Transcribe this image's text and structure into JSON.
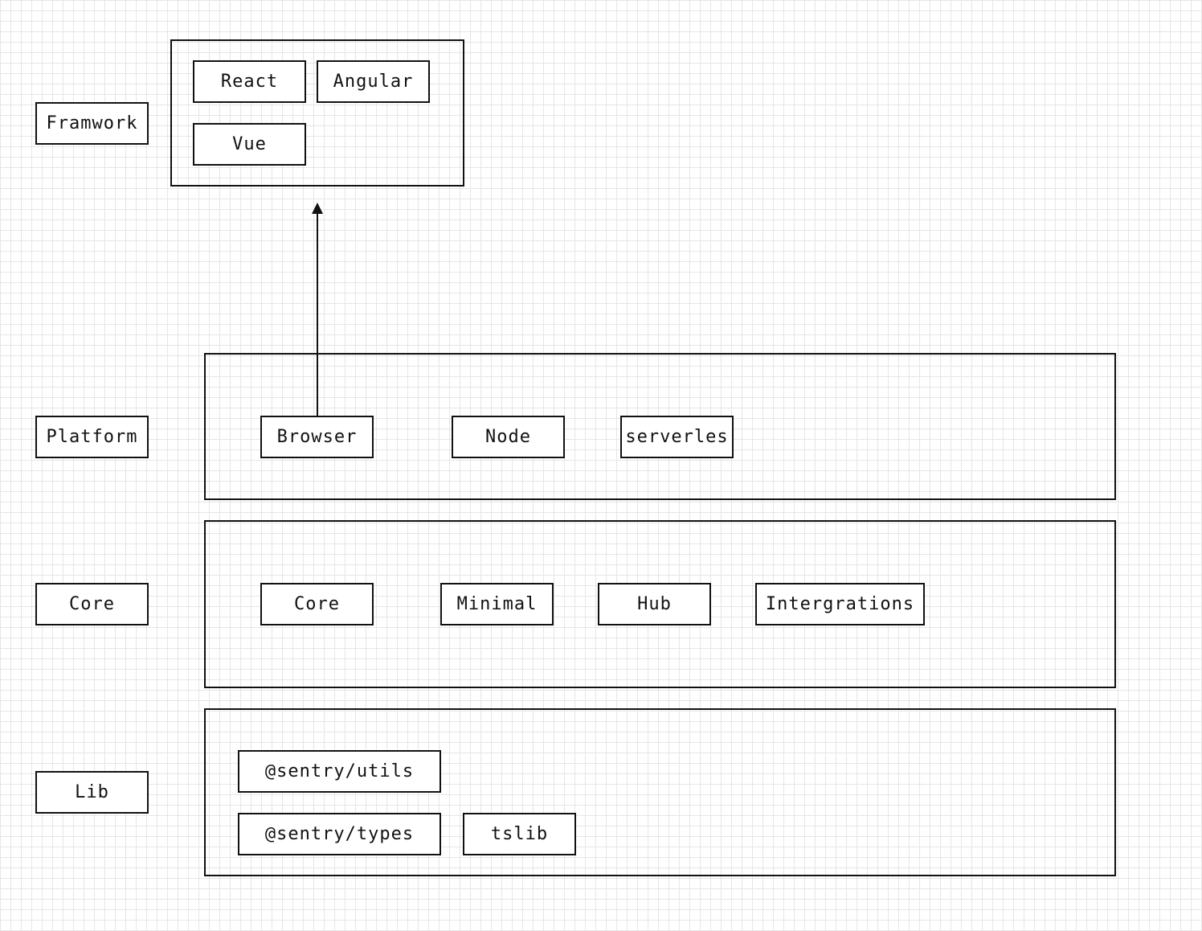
{
  "layers": {
    "framework": "Framwork",
    "platform": "Platform",
    "core": "Core",
    "lib": "Lib"
  },
  "framework_group": {
    "react": "React",
    "angular": "Angular",
    "vue": "Vue"
  },
  "platform_group": {
    "browser": "Browser",
    "node": "Node",
    "serverless": "serverles"
  },
  "core_group": {
    "core": "Core",
    "minimal": "Minimal",
    "hub": "Hub",
    "integrations": "Intergrations"
  },
  "lib_group": {
    "utils": "@sentry/utils",
    "types": "@sentry/types",
    "tslib": "tslib"
  },
  "edges": [
    {
      "from": "Browser",
      "to": "Framwork"
    }
  ],
  "colors": {
    "stroke": "#111111",
    "grid": "#e6e6e6",
    "background": "#ffffff"
  }
}
